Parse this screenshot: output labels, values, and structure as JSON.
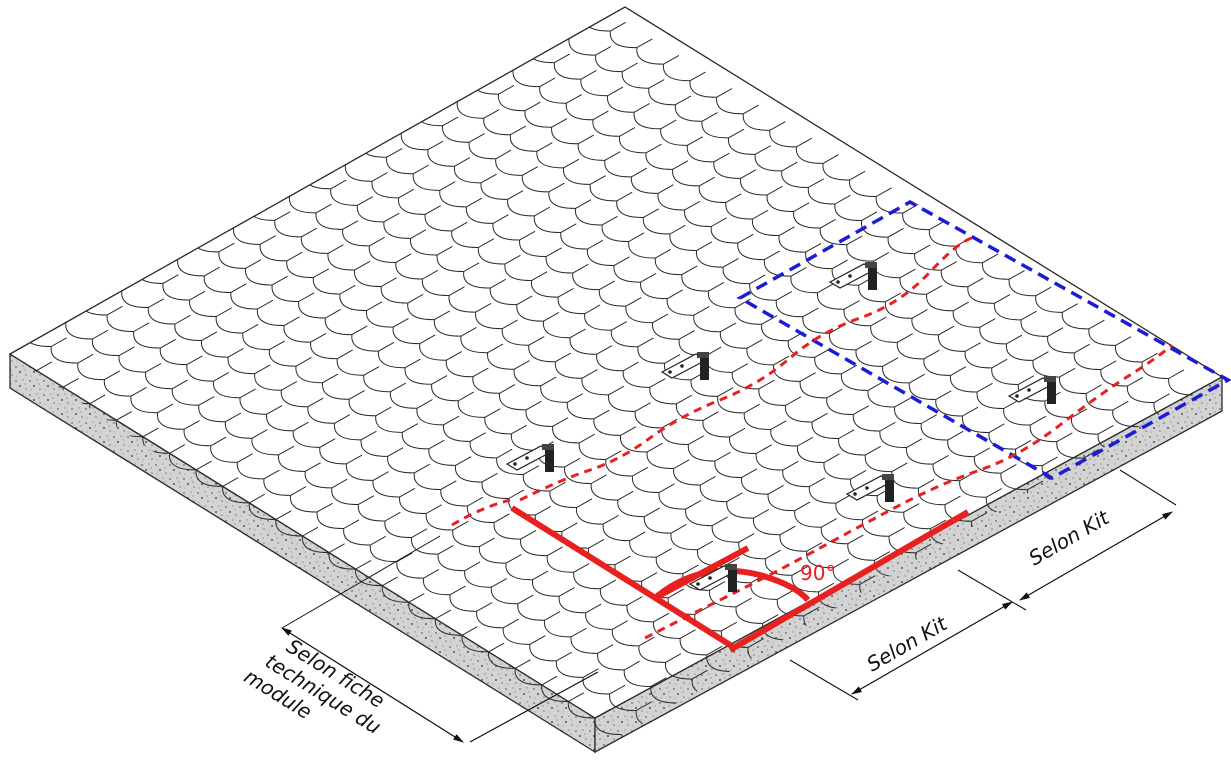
{
  "labels": {
    "dim_module": [
      "Selon fiche",
      "technique du",
      "module"
    ],
    "dim_kit_lower": "Selon Kit",
    "dim_kit_upper": "Selon Kit",
    "angle": "90°"
  },
  "colors": {
    "red": "#e8201f",
    "blue": "#1c1cd6",
    "outline": "#2a2a2a",
    "concrete": "#d2d2d2"
  }
}
